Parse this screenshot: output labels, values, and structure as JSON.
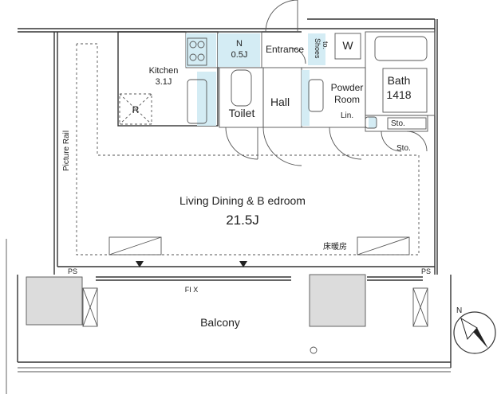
{
  "plan": {
    "rooms": {
      "kitchen_name": "Kitchen",
      "kitchen_size": "3.1J",
      "north_room_name": "N",
      "north_room_size": "0.5J",
      "entrance": "Entrance",
      "shoes": "Shoes",
      "shoes_sub": "to.",
      "washer": "W",
      "bath_name": "Bath",
      "bath_size": "1418",
      "toilet": "Toilet",
      "hall": "Hall",
      "powder_line1": "Powder",
      "powder_line2": "Room",
      "linen": "Lin.",
      "storage1": "Sto.",
      "storage2": "Sto.",
      "refrigerator": "R",
      "picture_rail": "Picture Rail",
      "living_name": "Living Dining & B edroom",
      "living_size": "21.5J",
      "floor_heating": "床暖房",
      "fix": "FI X",
      "ps_left": "PS",
      "ps_right": "PS",
      "balcony": "Balcony",
      "compass": "N"
    },
    "colors": {
      "wet_area": "#d4ecf4",
      "wall": "#333333",
      "column": "#dcdcdc"
    }
  }
}
